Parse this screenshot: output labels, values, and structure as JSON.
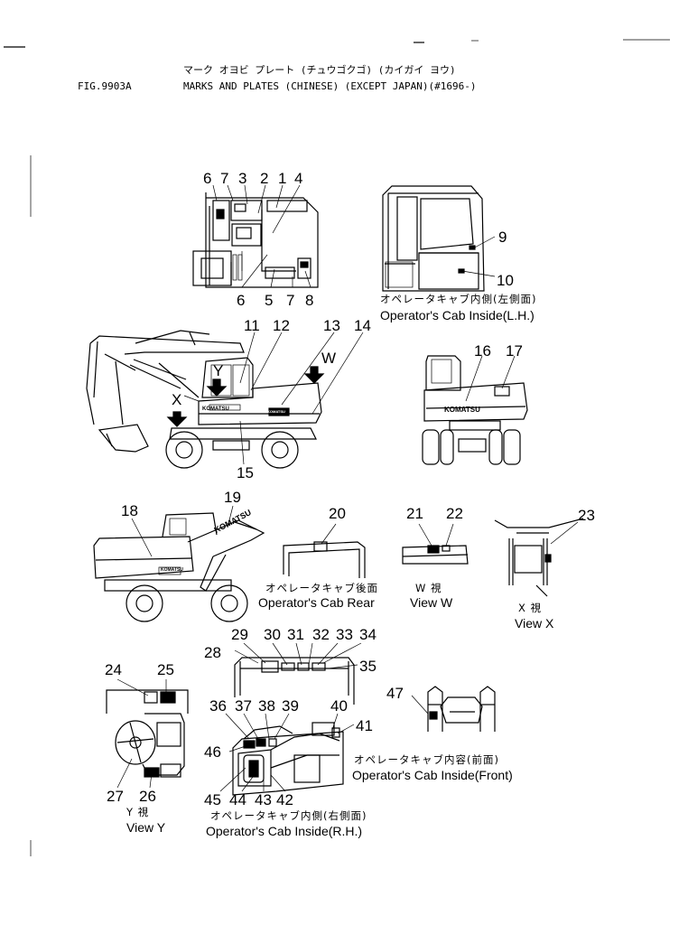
{
  "header": {
    "fig_number": "FIG.9903A",
    "title_kana": "マーク オヨビ プレート (チュウゴクゴ) (カイガイ ヨウ)",
    "title_en": "MARKS AND PLATES (CHINESE) (EXCEPT JAPAN)(#1696-)"
  },
  "views": {
    "cab_lh_jp": "オペレータキャブ内側(左側面)",
    "cab_lh_en": "Operator's Cab Inside(L.H.)",
    "cab_rear_jp": "オペレータキャブ後面",
    "cab_rear_en": "Operator's Cab Rear",
    "view_w_jp": "W 視",
    "view_w_en": "View W",
    "view_x_jp": "X 視",
    "view_x_en": "View X",
    "view_y_jp": "Y 視",
    "view_y_en": "View Y",
    "cab_front_jp": "オペレータキャブ内容(前面)",
    "cab_front_en": "Operator's Cab Inside(Front)",
    "cab_rh_jp": "オペレータキャブ内側(右側面)",
    "cab_rh_en": "Operator's Cab Inside(R.H.)"
  },
  "callouts": {
    "c1": "1",
    "c2": "2",
    "c3": "3",
    "c4": "4",
    "c5": "5",
    "c6": "6",
    "c6b": "6",
    "c7": "7",
    "c7b": "7",
    "c8": "8",
    "c9": "9",
    "c10": "10",
    "c11": "11",
    "c12": "12",
    "c13": "13",
    "c14": "14",
    "c15": "15",
    "c16": "16",
    "c17": "17",
    "c18": "18",
    "c19": "19",
    "c20": "20",
    "c21": "21",
    "c22": "22",
    "c23": "23",
    "c24": "24",
    "c25": "25",
    "c26": "26",
    "c27": "27",
    "c28": "28",
    "c29": "29",
    "c30": "30",
    "c31": "31",
    "c32": "32",
    "c33": "33",
    "c34": "34",
    "c35": "35",
    "c36": "36",
    "c37": "37",
    "c38": "38",
    "c39": "39",
    "c40": "40",
    "c41": "41",
    "c42": "42",
    "c43": "43",
    "c44": "44",
    "c45": "45",
    "c46": "46",
    "c47": "47"
  },
  "view_markers": {
    "x": "X",
    "y": "Y",
    "w": "W"
  },
  "brand_marks": [
    "KOMATSU",
    "KOMATSU",
    "KOMATSU",
    "KOMATSU",
    "KOMATSU"
  ]
}
